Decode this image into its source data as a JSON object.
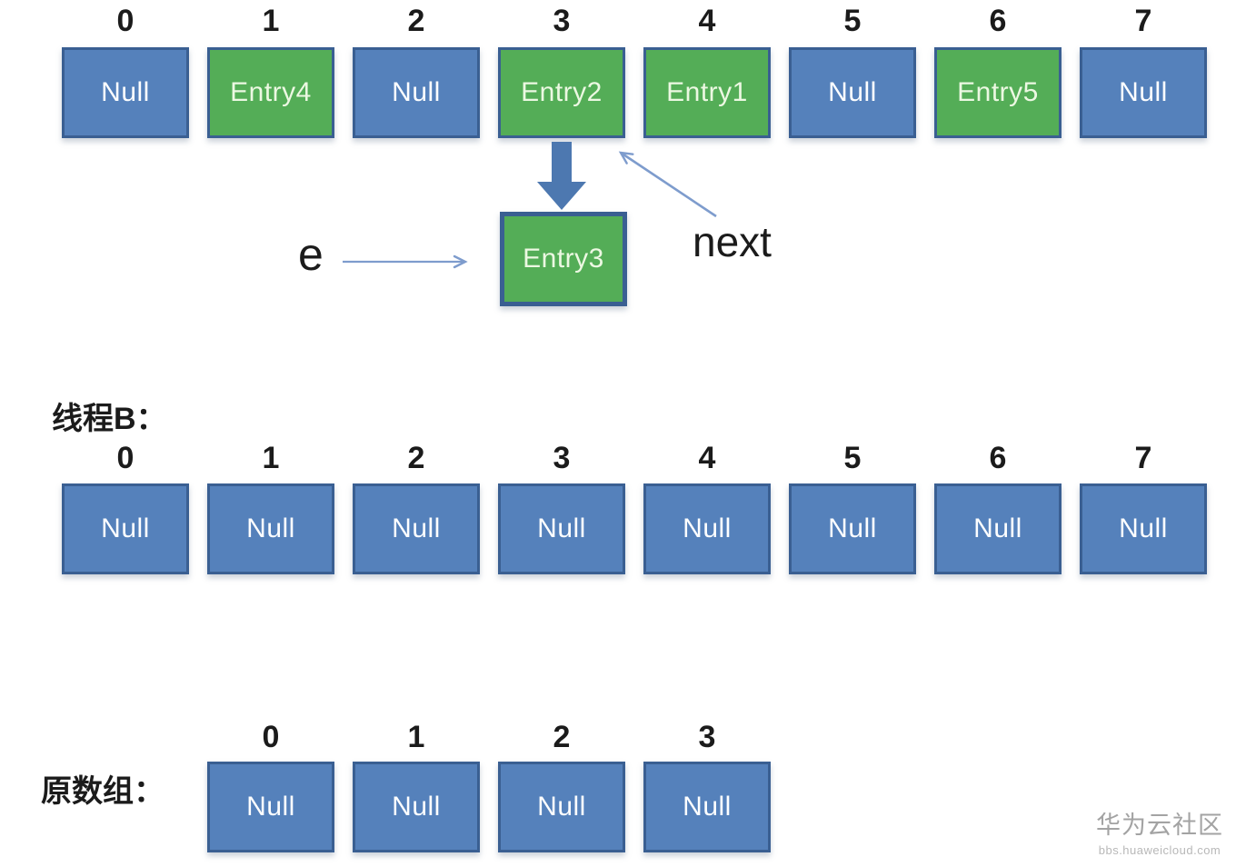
{
  "colors": {
    "empty_fill": "#5581bb",
    "entry_fill": "#54ad57",
    "box_border": "#3a5f92",
    "thick_arrow": "#4d78b0",
    "thin_arrow": "#7e9ccd",
    "label_text": "#1b1b1b",
    "watermark_title": "#a3a3a3",
    "watermark_url": "#b8b8b8"
  },
  "top_array": {
    "indices": [
      "0",
      "1",
      "2",
      "3",
      "4",
      "5",
      "6",
      "7"
    ],
    "cells": [
      {
        "value": "Null",
        "type": "empty"
      },
      {
        "value": "Entry4",
        "type": "entry"
      },
      {
        "value": "Null",
        "type": "empty"
      },
      {
        "value": "Entry2",
        "type": "entry"
      },
      {
        "value": "Entry1",
        "type": "entry"
      },
      {
        "value": "Null",
        "type": "empty"
      },
      {
        "value": "Entry5",
        "type": "entry"
      },
      {
        "value": "Null",
        "type": "empty"
      }
    ]
  },
  "pending_node": {
    "value": "Entry3",
    "type": "entry"
  },
  "pointers": {
    "e_label": "e",
    "next_label": "next"
  },
  "thread_b": {
    "label": "线程B：",
    "indices": [
      "0",
      "1",
      "2",
      "3",
      "4",
      "5",
      "6",
      "7"
    ],
    "cells": [
      {
        "value": "Null",
        "type": "empty"
      },
      {
        "value": "Null",
        "type": "empty"
      },
      {
        "value": "Null",
        "type": "empty"
      },
      {
        "value": "Null",
        "type": "empty"
      },
      {
        "value": "Null",
        "type": "empty"
      },
      {
        "value": "Null",
        "type": "empty"
      },
      {
        "value": "Null",
        "type": "empty"
      },
      {
        "value": "Null",
        "type": "empty"
      }
    ]
  },
  "original_array": {
    "label": "原数组：",
    "indices": [
      "0",
      "1",
      "2",
      "3"
    ],
    "cells": [
      {
        "value": "Null",
        "type": "empty"
      },
      {
        "value": "Null",
        "type": "empty"
      },
      {
        "value": "Null",
        "type": "empty"
      },
      {
        "value": "Null",
        "type": "empty"
      }
    ]
  },
  "watermark": {
    "title": "华为云社区",
    "url": "bbs.huaweicloud.com"
  }
}
